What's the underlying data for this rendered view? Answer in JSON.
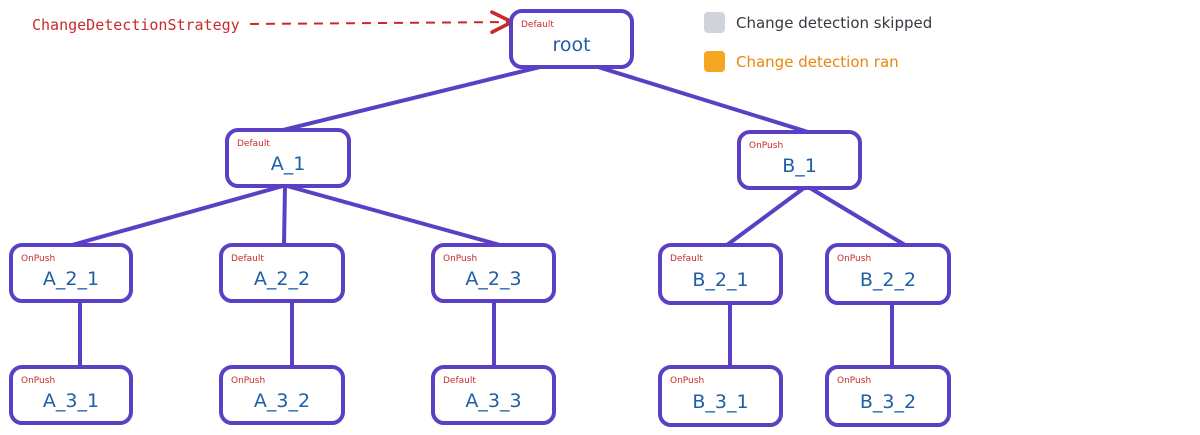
{
  "annotation": {
    "title": "ChangeDetectionStrategy",
    "color": "#c92a2a"
  },
  "legend": {
    "items": [
      {
        "label": "Change detection skipped",
        "color": "#ced4da",
        "text_color": "#343a40"
      },
      {
        "label": "Change detection ran",
        "color": "#f5a623",
        "text_color": "#e8860c"
      }
    ]
  },
  "colors": {
    "border": "#5b3fc4",
    "label": "#1e5fa8",
    "strategy": "#c92a2a",
    "fill": "#ffffff"
  },
  "nodes": {
    "root": {
      "label": "root",
      "strategy": "Default"
    },
    "A_1": {
      "label": "A_1",
      "strategy": "Default"
    },
    "B_1": {
      "label": "B_1",
      "strategy": "OnPush"
    },
    "A_2_1": {
      "label": "A_2_1",
      "strategy": "OnPush"
    },
    "A_2_2": {
      "label": "A_2_2",
      "strategy": "Default"
    },
    "A_2_3": {
      "label": "A_2_3",
      "strategy": "OnPush"
    },
    "B_2_1": {
      "label": "B_2_1",
      "strategy": "Default"
    },
    "B_2_2": {
      "label": "B_2_2",
      "strategy": "OnPush"
    },
    "A_3_1": {
      "label": "A_3_1",
      "strategy": "OnPush"
    },
    "A_3_2": {
      "label": "A_3_2",
      "strategy": "OnPush"
    },
    "A_3_3": {
      "label": "A_3_3",
      "strategy": "Default"
    },
    "B_3_1": {
      "label": "B_3_1",
      "strategy": "OnPush"
    },
    "B_3_2": {
      "label": "B_3_2",
      "strategy": "OnPush"
    }
  },
  "edges": [
    [
      "root",
      "A_1"
    ],
    [
      "root",
      "B_1"
    ],
    [
      "A_1",
      "A_2_1"
    ],
    [
      "A_1",
      "A_2_2"
    ],
    [
      "A_1",
      "A_2_3"
    ],
    [
      "B_1",
      "B_2_1"
    ],
    [
      "B_1",
      "B_2_2"
    ],
    [
      "A_2_1",
      "A_3_1"
    ],
    [
      "A_2_2",
      "A_3_2"
    ],
    [
      "A_2_3",
      "A_3_3"
    ],
    [
      "B_2_1",
      "B_3_1"
    ],
    [
      "B_2_2",
      "B_3_2"
    ]
  ]
}
